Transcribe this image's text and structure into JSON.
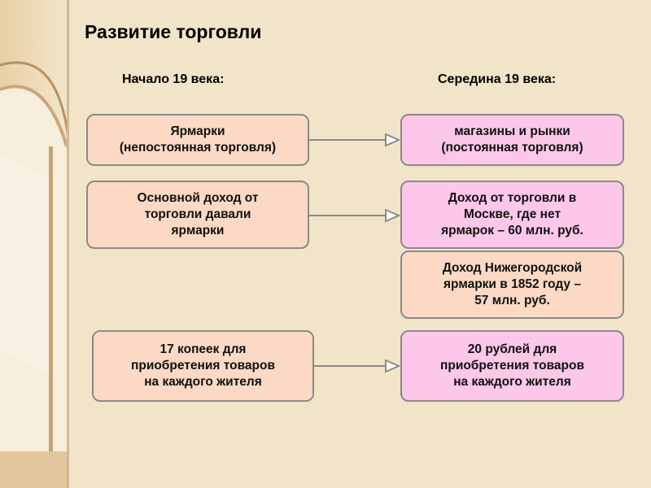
{
  "title": "Развитие торговли",
  "columns": {
    "left": "Начало 19 века:",
    "right": "Середина 19 века:"
  },
  "rows": [
    {
      "left": "Ярмарки\n(непостоянная торговля)",
      "right": "магазины и рынки\n(постоянная торговля)"
    },
    {
      "left": "Основной доход от\nторговли давали\nярмарки",
      "right": "Доход от торговли в\nМоскве, где нет\nярмарок – 60 млн. руб.",
      "extra": "Доход Нижегородской\nярмарки в 1852 году –\n57 млн. руб."
    },
    {
      "left": "17 копеек для\nприобретения товаров\nна каждого жителя",
      "right": "20 рублей для\nприобретения товаров\nна каждого жителя"
    }
  ],
  "colors": {
    "left_box": "#fbd9c4",
    "right_box": "#fcc7e8",
    "border": "#8a8a8a",
    "background": "#f2e4c9"
  }
}
